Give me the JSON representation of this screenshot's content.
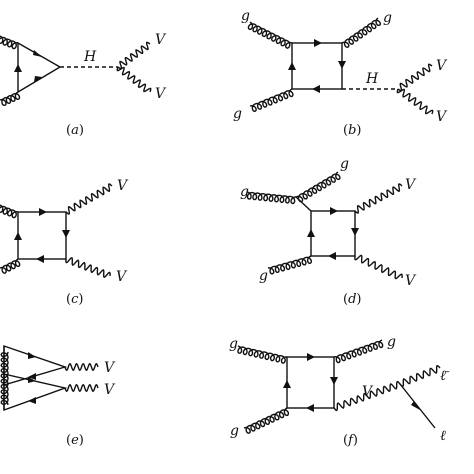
{
  "diagrams": [
    {
      "id": "a",
      "caption": "a",
      "labels": {
        "H": "H",
        "V1": "V",
        "V2": "V"
      }
    },
    {
      "id": "b",
      "caption": "b",
      "labels": {
        "g1": "g",
        "g2": "g",
        "g3": "g",
        "H": "H",
        "V1": "V",
        "V2": "V"
      }
    },
    {
      "id": "c",
      "caption": "c",
      "labels": {
        "V1": "V",
        "V2": "V"
      }
    },
    {
      "id": "d",
      "caption": "d",
      "labels": {
        "g1": "g",
        "g2": "g",
        "g3": "g",
        "V1": "V",
        "V2": "V"
      }
    },
    {
      "id": "e",
      "caption": "e",
      "labels": {
        "V1": "V",
        "V2": "V"
      }
    },
    {
      "id": "f",
      "caption": "f",
      "labels": {
        "g1": "g",
        "g2": "g",
        "g3": "g",
        "V": "V",
        "lbar": "ℓ̄",
        "l": "ℓ"
      }
    }
  ]
}
